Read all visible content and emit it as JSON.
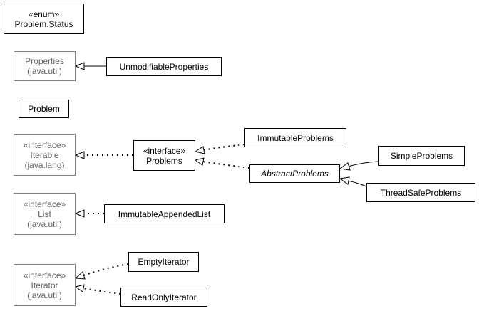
{
  "colors": {
    "local_border": "#000000",
    "external_border": "#808080",
    "external_text": "#646464",
    "edge": "#000000",
    "background": "#ffffff"
  },
  "nodes": {
    "problem_status": {
      "stereotype": "«enum»",
      "name": "Problem.Status"
    },
    "properties": {
      "name": "Properties",
      "package": "(java.util)"
    },
    "unmodifiable_properties": {
      "name": "UnmodifiableProperties"
    },
    "problem": {
      "name": "Problem"
    },
    "iterable": {
      "stereotype": "«interface»",
      "name": "Iterable",
      "package": "(java.lang)"
    },
    "problems": {
      "stereotype": "«interface»",
      "name": "Problems"
    },
    "immutable_problems": {
      "name": "ImmutableProblems"
    },
    "abstract_problems": {
      "name": "AbstractProblems"
    },
    "simple_problems": {
      "name": "SimpleProblems"
    },
    "thread_safe_problems": {
      "name": "ThreadSafeProblems"
    },
    "list": {
      "stereotype": "«interface»",
      "name": "List",
      "package": "(java.util)"
    },
    "immutable_appended_list": {
      "name": "ImmutableAppendedList"
    },
    "iterator": {
      "stereotype": "«interface»",
      "name": "Iterator",
      "package": "(java.util)"
    },
    "empty_iterator": {
      "name": "EmptyIterator"
    },
    "read_only_iterator": {
      "name": "ReadOnlyIterator"
    }
  },
  "edges": [
    {
      "from": "UnmodifiableProperties",
      "to": "Properties",
      "kind": "extends"
    },
    {
      "from": "Problems",
      "to": "Iterable",
      "kind": "implements"
    },
    {
      "from": "ImmutableProblems",
      "to": "Problems",
      "kind": "implements"
    },
    {
      "from": "AbstractProblems",
      "to": "Problems",
      "kind": "implements"
    },
    {
      "from": "SimpleProblems",
      "to": "AbstractProblems",
      "kind": "extends"
    },
    {
      "from": "ThreadSafeProblems",
      "to": "AbstractProblems",
      "kind": "extends"
    },
    {
      "from": "ImmutableAppendedList",
      "to": "List",
      "kind": "implements"
    },
    {
      "from": "EmptyIterator",
      "to": "Iterator",
      "kind": "implements"
    },
    {
      "from": "ReadOnlyIterator",
      "to": "Iterator",
      "kind": "implements"
    }
  ]
}
